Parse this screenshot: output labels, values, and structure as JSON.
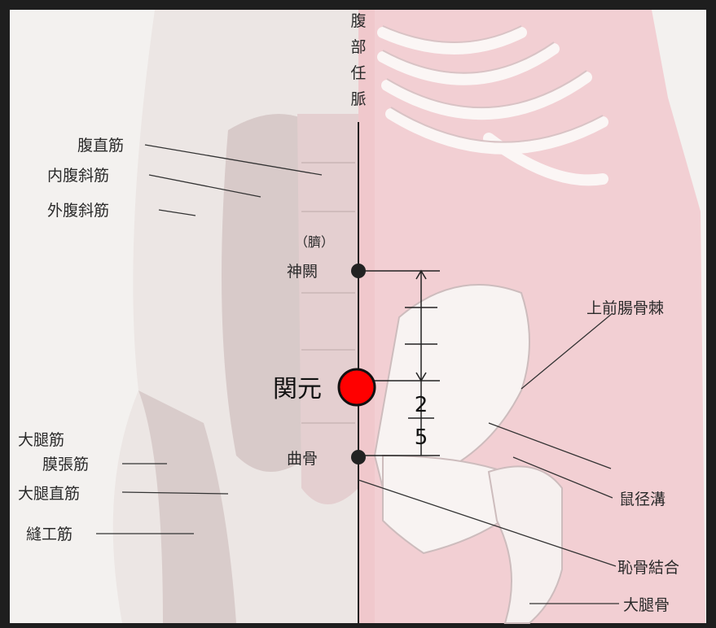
{
  "colors": {
    "frame": "#1e1e1e",
    "skin": "#f2cfd3",
    "muscle_light": "#ece6e4",
    "muscle_dark": "#c9b7b6",
    "midline": "#222222",
    "marker": "#ff0000"
  },
  "meridian_title": [
    "腹",
    "部",
    "任",
    "脈"
  ],
  "points": {
    "navel_note": "（臍）",
    "shenque": "神闕",
    "guanyuan": "関元",
    "qugu": "曲骨"
  },
  "ratio": {
    "numerator": "2",
    "denominator": "5"
  },
  "labels_left": {
    "rectus_abdominis": "腹直筋",
    "internal_oblique": "内腹斜筋",
    "external_oblique": "外腹斜筋",
    "gluteus": "大腿筋",
    "tensor": "膜張筋",
    "rectus_femoris": "大腿直筋",
    "sartorius": "縫工筋"
  },
  "labels_right": {
    "asis": "上前腸骨棘",
    "inguinal": "鼠径溝",
    "pubic_symphysis": "恥骨結合",
    "femur": "大腿骨"
  }
}
